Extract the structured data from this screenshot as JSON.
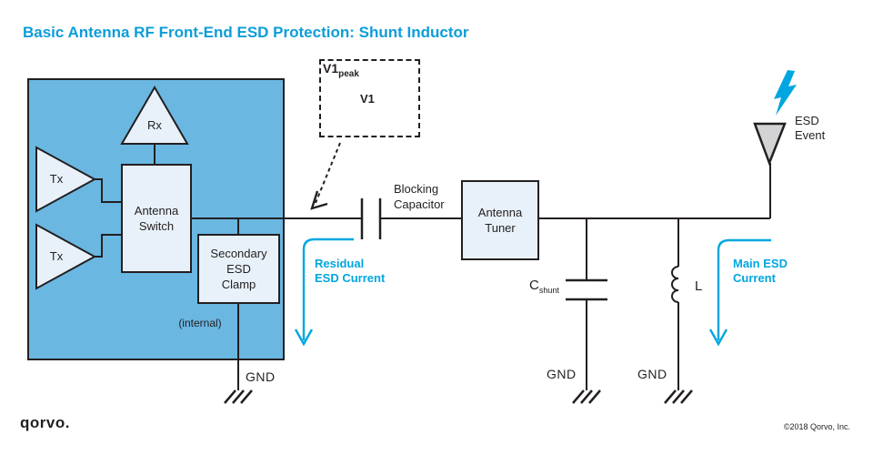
{
  "title": "Basic Antenna RF Front-End ESD Protection: Shunt Inductor",
  "colors": {
    "accent_cyan": "#00a6e0",
    "title_blue": "#0c9dd9",
    "module_fill": "#6ab7e2",
    "block_fill": "#e8f1f9",
    "line_dark": "#231f20",
    "antenna_gray": "#d1d3d4"
  },
  "module": {
    "tx1_label": "Tx",
    "tx2_label": "Tx",
    "rx_label": "Rx",
    "antenna_switch_label": "Antenna\nSwitch",
    "clamp_label": "Secondary\nESD\nClamp",
    "internal_note": "(internal)"
  },
  "labels": {
    "blocking_capacitor": "Blocking\nCapacitor",
    "antenna_tuner": "Antenna\nTuner",
    "cap_symbol": "C",
    "cap_subscript": "shunt",
    "inductor": "L",
    "gnd_clamp": "GND",
    "gnd_cap": "GND",
    "gnd_inductor": "GND",
    "esd_event": "ESD\nEvent",
    "residual_current": "Residual\nESD Current",
    "main_current": "Main ESD\nCurrent"
  },
  "inset": {
    "v1": "V1",
    "v1_subscript": "peak",
    "v1_flat": "V1"
  },
  "footer": {
    "logo": "qorvo.",
    "copyright": "©2018 Qorvo, Inc."
  }
}
